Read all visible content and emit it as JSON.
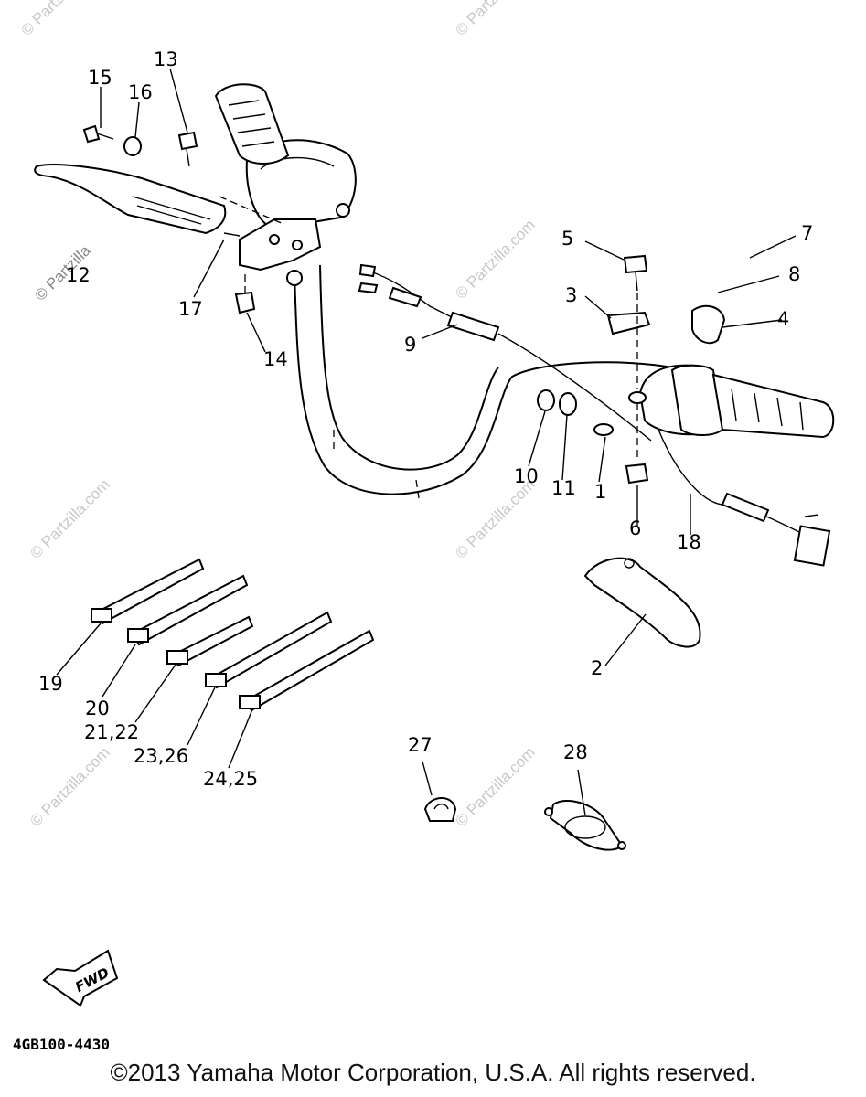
{
  "watermark": "© Partzilla.com",
  "watermark_corner": "© Partzilla",
  "parts": {
    "p1": "1",
    "p2": "2",
    "p3": "3",
    "p4": "4",
    "p5": "5",
    "p6": "6",
    "p7": "7",
    "p8": "8",
    "p9": "9",
    "p10": "10",
    "p11": "11",
    "p12": "12",
    "p13": "13",
    "p14": "14",
    "p15": "15",
    "p16": "16",
    "p17": "17",
    "p18": "18",
    "p19": "19",
    "p20": "20",
    "p21_22": "21,22",
    "p23_26": "23,26",
    "p24_25": "24,25",
    "p27": "27",
    "p28": "28"
  },
  "fwd_label": "FWD",
  "diagram_code": "4GB100-4430",
  "copyright": "©2013 Yamaha Motor Corporation, U.S.A. All rights reserved."
}
